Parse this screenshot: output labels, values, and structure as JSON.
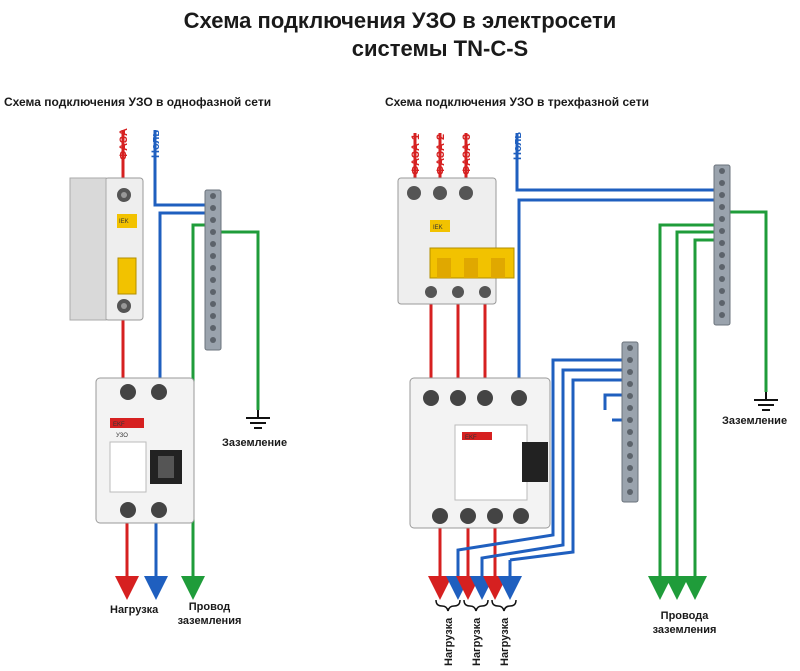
{
  "title": {
    "line1": "Схема подключения УЗО в электросети",
    "line2": "системы TN-C-S"
  },
  "single_phase": {
    "heading": "Схема подключения УЗО в однофазной сети",
    "phase_label": "ФАЗА",
    "neutral_label": "Ноль",
    "ground_label": "Заземление",
    "load_label": "Нагрузка",
    "ground_wire_label": "Провод заземления",
    "breaker_brand": "IEK",
    "rcd_brand": "EKF",
    "rcd_name": "УЗО"
  },
  "three_phase": {
    "heading": "Схема подключения УЗО в трехфазной сети",
    "phase_labels": [
      "ФАЗА 1",
      "ФАЗА 2",
      "ФАЗА 3"
    ],
    "neutral_label": "Ноль",
    "ground_label": "Заземление",
    "load_labels": [
      "Нагрузка",
      "Нагрузка",
      "Нагрузка"
    ],
    "ground_wires_label": "Провода заземления",
    "breaker_brand": "IEK",
    "rcd_brand": "EKF"
  },
  "colors": {
    "phase": "#d62020",
    "neutral": "#1f5fbf",
    "ground": "#1f9c3a"
  }
}
